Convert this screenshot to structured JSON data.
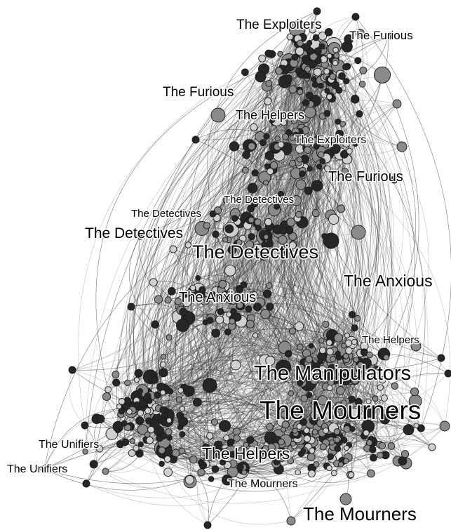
{
  "graph": {
    "labels": {
      "exploiters_top": "The Exploiters",
      "furious_top_right": "The Furious",
      "furious_upper_left": "The Furious",
      "helpers_upper": "The Helpers",
      "exploiters_mid": "The Exploiters",
      "furious_right": "The Furious",
      "detectives_small": "The Detectives",
      "detectives_tiny_left": "The Detectives",
      "detectives_left": "The Detectives",
      "detectives_big": "The Detectives",
      "anxious_right": "The Anxious",
      "anxious_center": "The Anxious",
      "helpers_right": "The Helpers",
      "manipulators": "The Manipulators",
      "mourners_big": "The Mourners",
      "unifiers_1": "The Unifiers",
      "unifiers_2": "The Unifiers",
      "helpers_lower": "The Helpers",
      "mourners_small": "The Mourners",
      "mourners_bottom": "The Mourners"
    },
    "colors": {
      "node_dark": "#262626",
      "node_mid": "#8a8a8a",
      "node_light": "#d0d0d0",
      "edge_dark": "#2e2e2e",
      "edge_light": "#8c8c8c"
    }
  }
}
